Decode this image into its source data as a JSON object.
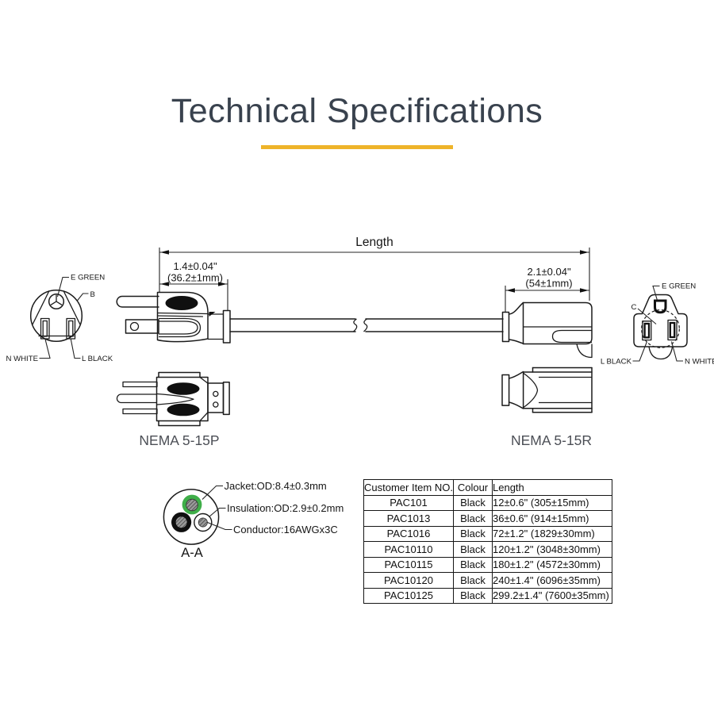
{
  "title": "Technical Specifications",
  "accent_color": "#eeb42a",
  "diagram": {
    "length_label": "Length",
    "plug_dim_inches": "1.4±0.04\"",
    "plug_dim_mm": "(36.2±1mm)",
    "receptacle_dim_inches": "2.1±0.04\"",
    "receptacle_dim_mm": "(54±1mm)",
    "plug_name": "NEMA 5-15P",
    "receptacle_name": "NEMA 5-15R",
    "plug_face_labels": {
      "earth": "E GREEN",
      "body": "B",
      "neutral": "N WHITE",
      "live": "L BLACK"
    },
    "receptacle_face_labels": {
      "earth": "E GREEN",
      "body": "C",
      "live": "L BLACK",
      "neutral": "N WHITE"
    }
  },
  "cross_section": {
    "jacket": "Jacket:OD:8.4±0.3mm",
    "insulation": "Insulation:OD:2.9±0.2mm",
    "conductor": "Conductor:16AWGx3C",
    "section_label": "A-A",
    "earth_core_color": "#3fae49"
  },
  "spec_table": {
    "headers": [
      "Customer Item NO.",
      "Colour",
      "Length"
    ],
    "rows": [
      {
        "item": "PAC101",
        "colour": "Black",
        "length": "12±0.6\" (305±15mm)"
      },
      {
        "item": "PAC1013",
        "colour": "Black",
        "length": "36±0.6\" (914±15mm)"
      },
      {
        "item": "PAC1016",
        "colour": "Black",
        "length": "72±1.2\" (1829±30mm)"
      },
      {
        "item": "PAC10110",
        "colour": "Black",
        "length": "120±1.2\" (3048±30mm)"
      },
      {
        "item": "PAC10115",
        "colour": "Black",
        "length": "180±1.2\" (4572±30mm)"
      },
      {
        "item": "PAC10120",
        "colour": "Black",
        "length": "240±1.4\" (6096±35mm)"
      },
      {
        "item": "PAC10125",
        "colour": "Black",
        "length": "299.2±1.4\" (7600±35mm)"
      }
    ]
  }
}
